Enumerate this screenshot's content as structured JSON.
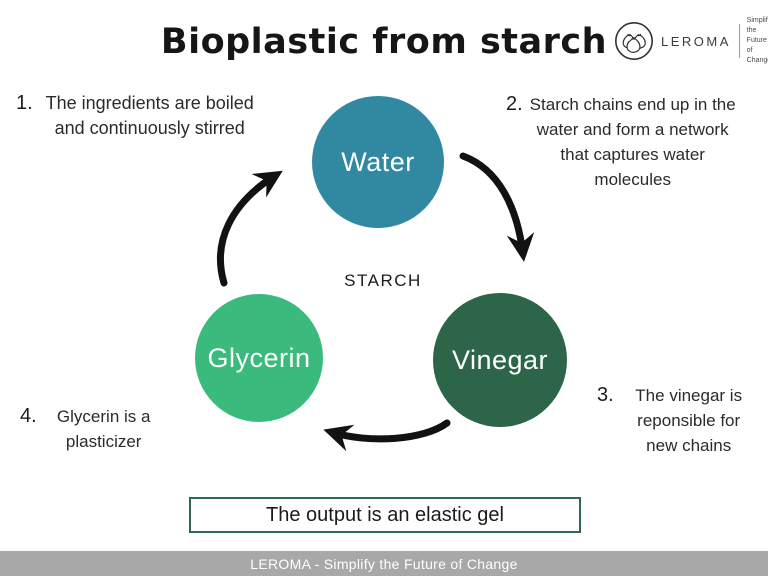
{
  "title": "Bioplastic from starch",
  "logo": {
    "brand": "LEROMA",
    "tagline_lines": [
      "Simplify",
      "the Future",
      "of Change"
    ]
  },
  "steps": [
    {
      "num": "1.",
      "text": "The ingredients are boiled and continuously stirred"
    },
    {
      "num": "2.",
      "text": "Starch chains end up in the water and form a network that captures water molecules"
    },
    {
      "num": "3.",
      "text": "The vinegar is reponsible for new chains"
    },
    {
      "num": "4.",
      "text": "Glycerin is a plasticizer"
    }
  ],
  "nodes": [
    {
      "label": "Water",
      "color_key": "water"
    },
    {
      "label": "Glycerin",
      "color_key": "glycerin"
    },
    {
      "label": "Vinegar",
      "color_key": "vinegar"
    }
  ],
  "center_label": "STARCH",
  "output_box": {
    "text": "The output is an elastic gel"
  },
  "footer": {
    "text": "LEROMA - Simplify the Future of Change"
  },
  "arrows": [
    "glycerin-to-water",
    "water-to-vinegar",
    "vinegar-to-glycerin"
  ],
  "colors": {
    "water": "#3089A0",
    "glycerin": "#3BBA7E",
    "vinegar": "#2C6548",
    "box_border": "#2D6A4F",
    "footer_bg": "#A8A8A8",
    "arrow": "#121212",
    "text": "#2E2E2E"
  }
}
